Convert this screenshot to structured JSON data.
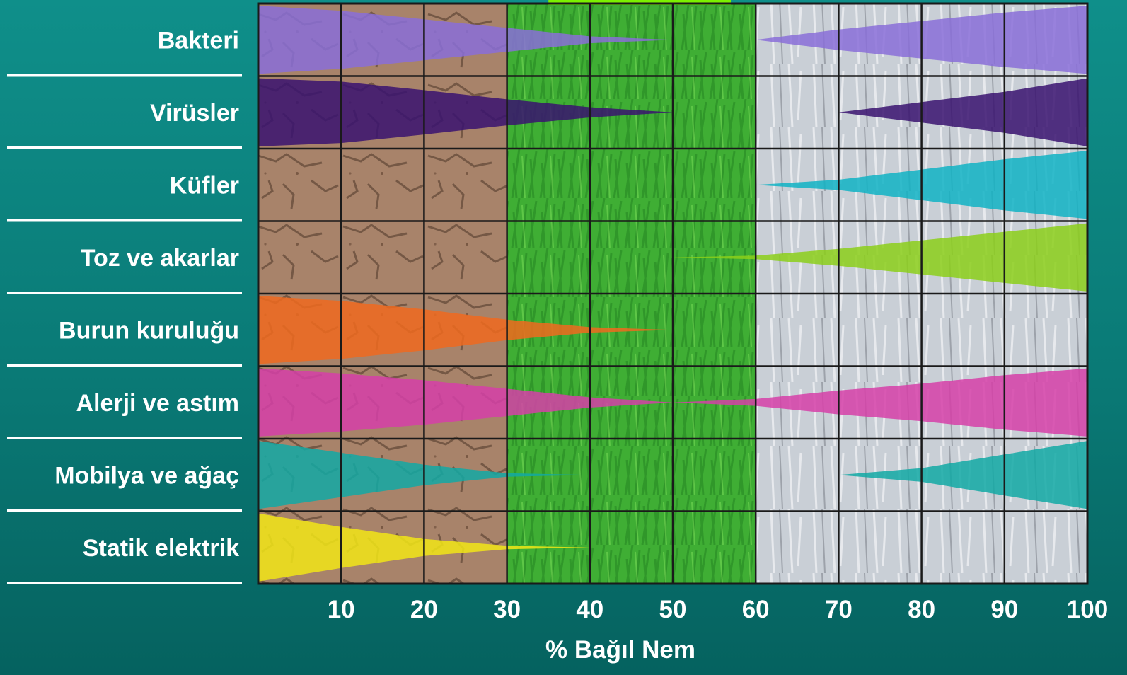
{
  "chart_data": {
    "type": "area",
    "title": "",
    "xlabel": "% Bağıl Nem",
    "ylabel": "",
    "xlim": [
      0,
      100
    ],
    "x_ticks": [
      10,
      20,
      30,
      40,
      50,
      60,
      70,
      80,
      90,
      100
    ],
    "grid": true,
    "background_zones": [
      {
        "range": [
          0,
          30
        ],
        "texture": "dry-cracked-soil",
        "color": "#a8836a"
      },
      {
        "range": [
          30,
          60
        ],
        "texture": "green-grass",
        "color": "#3fae34"
      },
      {
        "range": [
          60,
          100
        ],
        "texture": "water-ice",
        "color": "#c9cfd6"
      }
    ],
    "optimal_range": [
      35,
      57
    ],
    "optimal_color": "#7cf000",
    "series": [
      {
        "name": "Bakteri",
        "color": "#8a6fd8",
        "x": [
          0,
          10,
          20,
          30,
          40,
          50,
          60,
          70,
          80,
          90,
          100
        ],
        "values": [
          1.0,
          0.85,
          0.6,
          0.35,
          0.1,
          0.0,
          0.0,
          0.3,
          0.55,
          0.8,
          1.0
        ]
      },
      {
        "name": "Virüsler",
        "color": "#3a1370",
        "x": [
          0,
          10,
          20,
          30,
          40,
          50,
          60,
          70,
          80,
          90,
          100
        ],
        "values": [
          1.0,
          0.9,
          0.65,
          0.38,
          0.15,
          0.0,
          0.0,
          0.0,
          0.3,
          0.6,
          1.0
        ]
      },
      {
        "name": "Küfler",
        "color": "#11b3c4",
        "x": [
          0,
          10,
          20,
          30,
          40,
          50,
          60,
          70,
          80,
          90,
          100
        ],
        "values": [
          0.0,
          0.0,
          0.0,
          0.0,
          0.0,
          0.0,
          0.0,
          0.15,
          0.45,
          0.75,
          1.0
        ]
      },
      {
        "name": "Toz ve akarlar",
        "color": "#8ccf1a",
        "x": [
          0,
          10,
          20,
          30,
          40,
          50,
          60,
          70,
          80,
          90,
          100
        ],
        "values": [
          0.0,
          0.0,
          0.0,
          0.0,
          0.0,
          0.0,
          0.05,
          0.25,
          0.5,
          0.75,
          1.0
        ]
      },
      {
        "name": "Burun kuruluğu",
        "color": "#f06a1e",
        "x": [
          0,
          10,
          20,
          30,
          40,
          50,
          60,
          70,
          80,
          90,
          100
        ],
        "values": [
          1.0,
          0.85,
          0.6,
          0.3,
          0.08,
          0.0,
          0.0,
          0.0,
          0.0,
          0.0,
          0.0
        ]
      },
      {
        "name": "Alerji ve astım",
        "color": "#d63fa8",
        "x": [
          0,
          10,
          20,
          30,
          40,
          50,
          60,
          70,
          80,
          90,
          100
        ],
        "values": [
          1.0,
          0.85,
          0.65,
          0.4,
          0.15,
          0.0,
          0.1,
          0.35,
          0.55,
          0.8,
          1.0
        ]
      },
      {
        "name": "Mobilya ve ağaç",
        "color": "#12a9a4",
        "x": [
          0,
          10,
          20,
          30,
          40,
          50,
          60,
          70,
          80,
          90,
          100
        ],
        "values": [
          1.0,
          0.65,
          0.3,
          0.05,
          0.0,
          0.0,
          0.0,
          0.0,
          0.2,
          0.6,
          1.0
        ]
      },
      {
        "name": "Statik elektrik",
        "color": "#f2e616",
        "x": [
          0,
          10,
          20,
          30,
          40,
          50,
          60,
          70,
          80,
          90,
          100
        ],
        "values": [
          1.0,
          0.6,
          0.25,
          0.05,
          0.0,
          0.0,
          0.0,
          0.0,
          0.0,
          0.0,
          0.0
        ]
      }
    ]
  }
}
